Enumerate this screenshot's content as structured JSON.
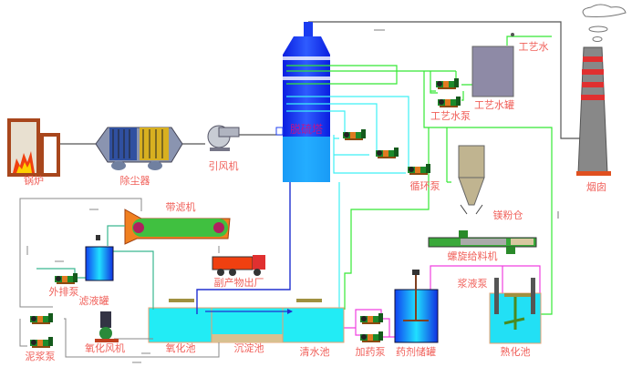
{
  "labels": {
    "boiler": "锅炉",
    "dust_collector": "除尘器",
    "induced_fan": "引风机",
    "tower": "脱硫塔",
    "process_water": "工艺水",
    "process_water_tank": "工艺水罐",
    "process_water_pump": "工艺水泵",
    "circulation_pump": "循环泵",
    "chimney": "烟囱",
    "mg_silo": "镁粉仓",
    "screw_feeder": "螺旋给料机",
    "slurry_pump": "浆液泵",
    "ripening_tank": "熟化池",
    "agent_tank": "药剂储罐",
    "dosing_pump": "加药泵",
    "clear_water_pool": "清水池",
    "sedimentation_pool": "沉淀池",
    "oxidation_pool": "氧化池",
    "oxidation_fan": "氧化风机",
    "mud_pump": "泥浆泵",
    "belt_filter": "带滤机",
    "byproduct": "副产物出厂",
    "filtrate_tank": "滤液罐",
    "discharge_pump": "外排泵"
  },
  "colors": {
    "label": "#f0605a",
    "tower_blue": "#1a3cf0",
    "water_cyan": "#22ecf5",
    "process_water_line": "#35e835",
    "circulation_line": "#3ef0f5",
    "slurry_line": "#f040e0",
    "flue_line": "#555555"
  }
}
